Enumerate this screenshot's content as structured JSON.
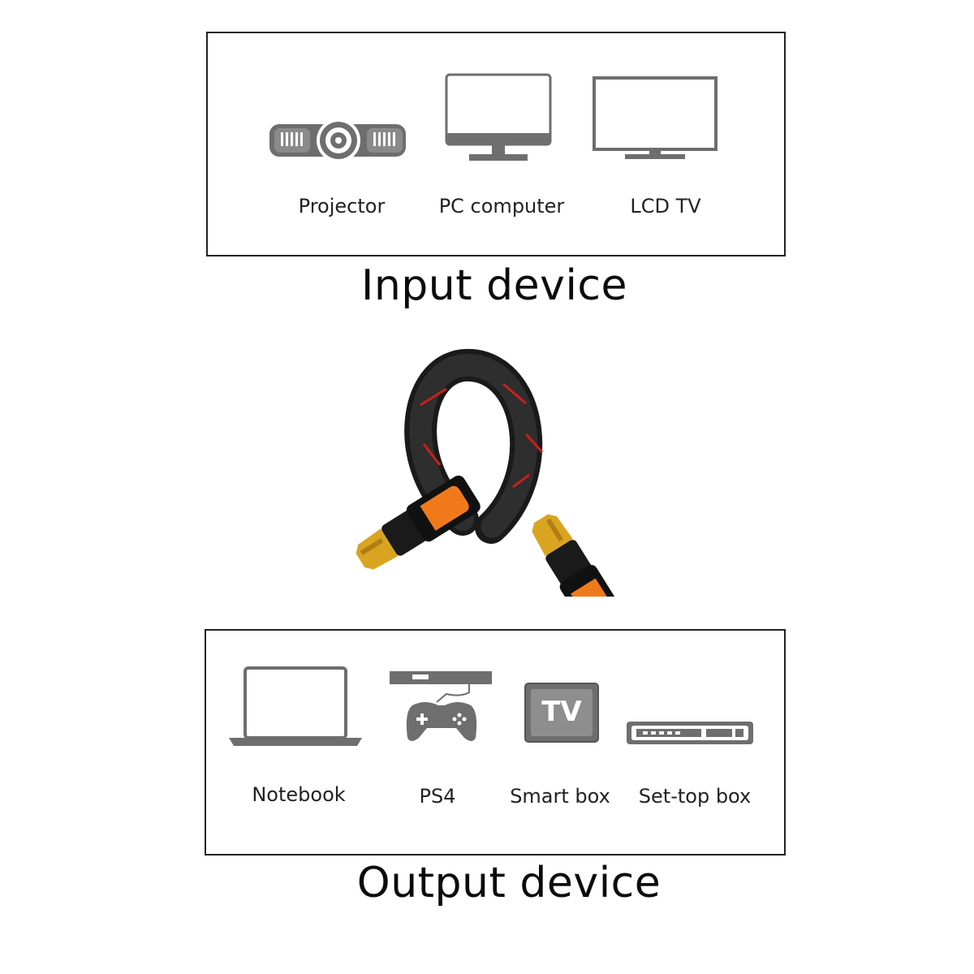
{
  "input": {
    "heading": "Input device",
    "devices": [
      {
        "label": "Projector",
        "icon": "projector-icon"
      },
      {
        "label": "PC computer",
        "icon": "monitor-icon"
      },
      {
        "label": "LCD TV",
        "icon": "tv-icon"
      }
    ]
  },
  "output": {
    "heading": "Output device",
    "devices": [
      {
        "label": "Notebook",
        "icon": "laptop-icon"
      },
      {
        "label": "PS4",
        "icon": "game-console-icon"
      },
      {
        "label": "Smart box",
        "icon": "smart-tv-box-icon",
        "badge": "TV"
      },
      {
        "label": "Set-top box",
        "icon": "set-top-box-icon"
      }
    ]
  },
  "cable": {
    "icon": "hdmi-cable-icon"
  },
  "colors": {
    "icon_gray": "#6e6e6e",
    "connector_orange": "#f07a1a",
    "cable_black": "#1a1a1a",
    "braid_red": "#c8201c",
    "gold": "#d9a520"
  }
}
